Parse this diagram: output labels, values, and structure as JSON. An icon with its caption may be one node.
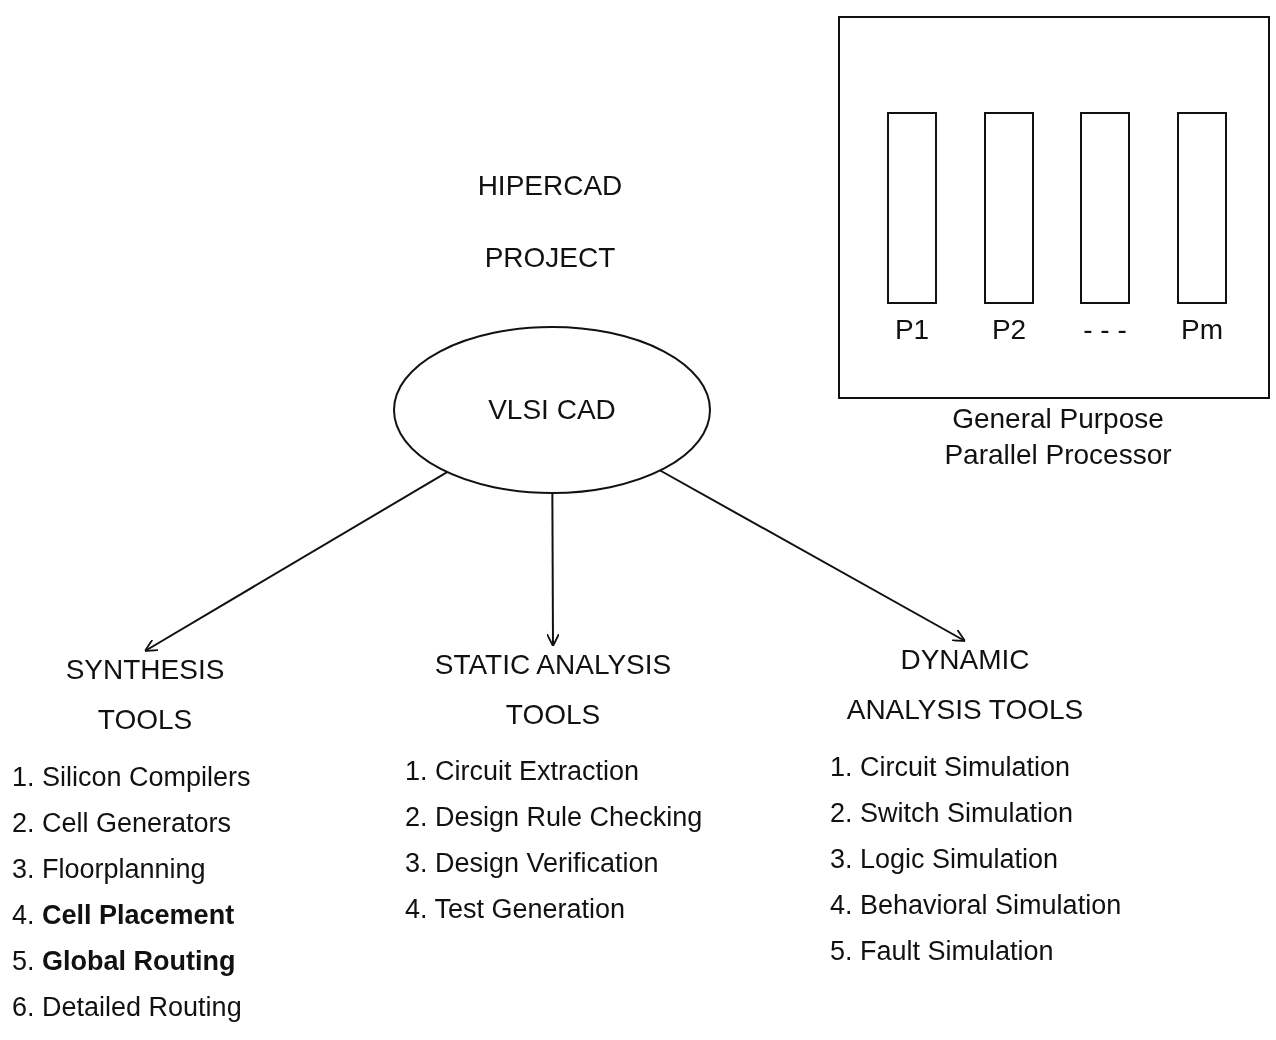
{
  "diagram": {
    "title": "HIPERCAD PROJECT",
    "nodes": [
      {
        "text": [
          "VLSI CAD"
        ]
      },
      {
        "text": [
          "SYNTHESIS TOOLS"
        ]
      },
      {
        "text": [
          "STATIC ANALYSIS TOOLS"
        ]
      },
      {
        "text": [
          "DYNAMIC ANALYSIS TOOLS"
        ]
      },
      {
        "text": [],
        "shape": "box",
        "beside": [
          "General Purpose Parallel Processor"
        ]
      },
      {
        "text": [],
        "shape": "bar",
        "in": 4,
        "beside": [
          "P1"
        ]
      },
      {
        "text": [],
        "shape": "bar",
        "in": 4,
        "beside": [
          "P2"
        ]
      },
      {
        "text": [],
        "shape": "bar",
        "in": 4,
        "beside": [
          "- - -"
        ]
      },
      {
        "text": [],
        "shape": "bar",
        "in": 4,
        "beside": [
          "Pm"
        ]
      }
    ],
    "edges": [
      {
        "from": 0,
        "to": 1,
        "arrow": "to"
      },
      {
        "from": 0,
        "to": 2,
        "arrow": "to"
      },
      {
        "from": 0,
        "to": 3,
        "arrow": "to"
      }
    ],
    "labels": [
      "1. Silicon Compilers",
      "2. Cell Generators",
      "3. Floorplanning",
      "4. **Cell Placement**",
      "5. **Global Routing**",
      "6. Detailed Routing",
      "1. Circuit Extraction",
      "2. Design Rule Checking",
      "3. Design Verification",
      "4. Test Generation",
      "1. Circuit Simulation",
      "2. Switch Simulation",
      "3. Logic Simulation",
      "4. Behavioral Simulation",
      "5. Fault Simulation"
    ]
  }
}
